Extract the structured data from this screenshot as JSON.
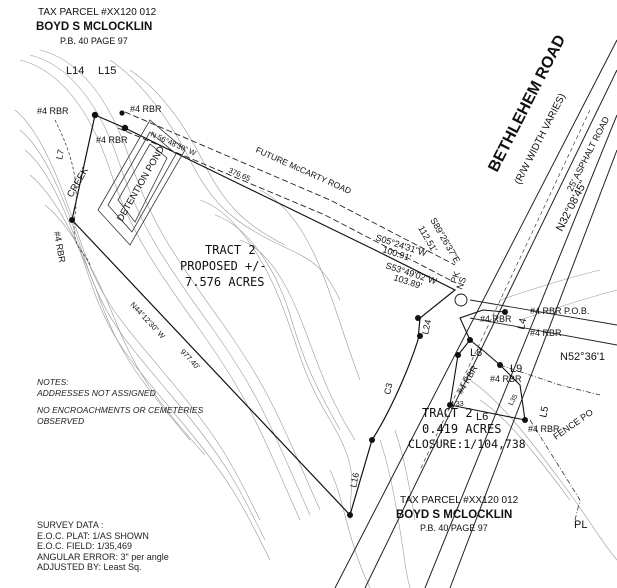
{
  "owner_top": {
    "parcel": "TAX PARCEL #XX120 012",
    "name": "BOYD S MCLOCKLIN",
    "book": "P.B. 40 PAGE 97"
  },
  "owner_bottom": {
    "parcel": "TAX PARCEL #XX120 012",
    "name": "BOYD S MCLOCKLIN",
    "book": "P.B. 40 PAGE 97"
  },
  "roads": {
    "main": "BETHLEHEM ROAD",
    "main_width": "(R/W WIDTH VARIES)",
    "asphalt": "25' ASPHALT ROAD",
    "future": "FUTURE McCARTY ROAD"
  },
  "features": {
    "creek": "CREEK",
    "pond": "DETENTION POND"
  },
  "tract2": {
    "title": "TRACT 2",
    "proposed": "PROPOSED +/-",
    "acres": "7.576 ACRES"
  },
  "tract2b": {
    "title": "TRACT 2",
    "acres": "0.419 ACRES",
    "closure": "CLOSURE:1/104,738"
  },
  "labels": {
    "rbr": "#4 RBR",
    "rbr_pob": "#4 RBR P.O.B.",
    "pk": "PK",
    "ns": "NS",
    "fence": "FENCE PO",
    "pl": "PL"
  },
  "lines": {
    "L14": "L14",
    "L15": "L15",
    "L4": "L4",
    "L5": "L5",
    "L6": "L6",
    "L8": "L8",
    "L9": "L9",
    "L16": "L16",
    "L24": "L24",
    "L33": "L33",
    "L35": "L35",
    "C3": "C3",
    "L7": "L7"
  },
  "bearings": {
    "n56": "N 56°48'30\" W",
    "d37665": "376.65",
    "s89": "S89°26'37\"E",
    "d11251": "112.51'",
    "s05": "S05°24'31\"W",
    "d10091": "100.91'",
    "s53": "S53°49'02\"W",
    "d10389": "103.89'",
    "n32": "N32°08'45\"",
    "n52": "N52°36'1",
    "n44": "N44°12'30\" W",
    "d97740": "977.40'"
  },
  "notes": {
    "title": "NOTES:",
    "line1": "ADDRESSES NOT ASSIGNED",
    "line2": "NO ENCROACHMENTS OR CEMETERIES",
    "line3": "OBSERVED"
  },
  "survey": {
    "title": "SURVEY DATA :",
    "plat": "E.O.C. PLAT: 1/AS SHOWN",
    "field": "E.O.C. FIELD: 1/35,469",
    "angular": "ANGULAR ERROR: 3\" per angle",
    "adjusted": "ADJUSTED BY: Least Sq."
  }
}
